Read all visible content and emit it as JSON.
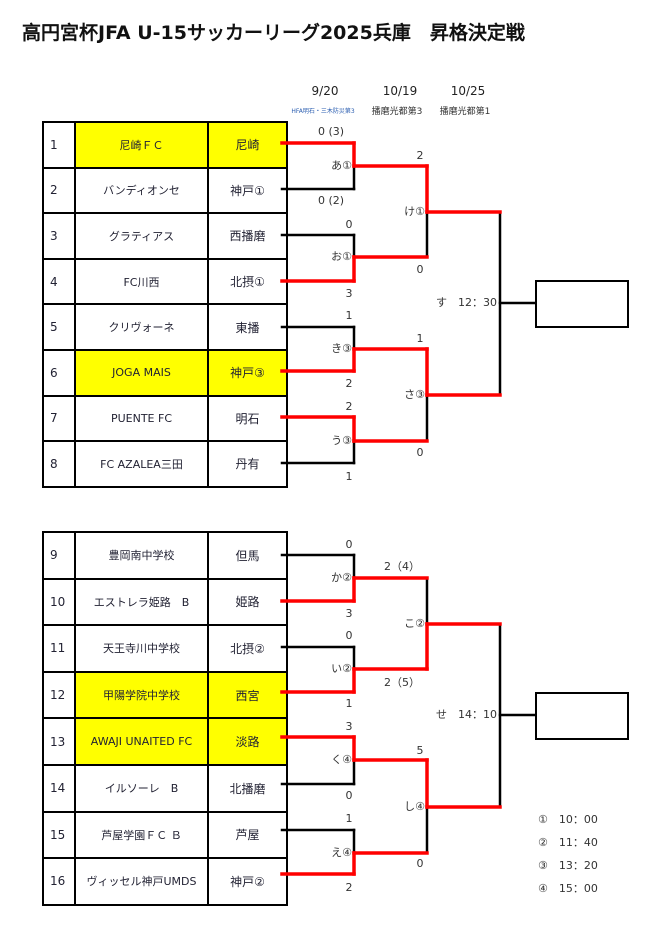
{
  "title": "高円宮杯JFA U-15サッカーリーグ2025兵庫　昇格決定戦",
  "rounds": [
    {
      "date": "9/20",
      "venue": "HFA明石・三木防災第3"
    },
    {
      "date": "10/19",
      "venue": "播磨光都第3"
    },
    {
      "date": "10/25",
      "venue": "播磨光都第1"
    }
  ],
  "teams_top": [
    {
      "no": "1",
      "name": "尼崎ＦＣ",
      "region": "尼崎",
      "highlight": true
    },
    {
      "no": "2",
      "name": "バンディオンセ",
      "region": "神戸①",
      "highlight": false
    },
    {
      "no": "3",
      "name": "グラティアス",
      "region": "西播磨",
      "highlight": false
    },
    {
      "no": "4",
      "name": "FC川西",
      "region": "北摂①",
      "highlight": false
    },
    {
      "no": "5",
      "name": "クリヴォーネ",
      "region": "東播",
      "highlight": false
    },
    {
      "no": "6",
      "name": "JOGA MAIS",
      "region": "神戸③",
      "highlight": true
    },
    {
      "no": "7",
      "name": "PUENTE FC",
      "region": "明石",
      "highlight": false
    },
    {
      "no": "8",
      "name": "FC AZALEA三田",
      "region": "丹有",
      "highlight": false
    }
  ],
  "teams_bottom": [
    {
      "no": "9",
      "name": "豊岡南中学校",
      "region": "但馬",
      "highlight": false
    },
    {
      "no": "10",
      "name": "エストレラ姫路　B",
      "region": "姫路",
      "highlight": false
    },
    {
      "no": "11",
      "name": "天王寺川中学校",
      "region": "北摂②",
      "highlight": false
    },
    {
      "no": "12",
      "name": "甲陽学院中学校",
      "region": "西宮",
      "highlight": true
    },
    {
      "no": "13",
      "name": "AWAJI UNAITED FC",
      "region": "淡路",
      "highlight": true
    },
    {
      "no": "14",
      "name": "イルソーレ　B",
      "region": "北播磨",
      "highlight": false
    },
    {
      "no": "15",
      "name": "芦屋学園ＦＣ Ｂ",
      "region": "芦屋",
      "highlight": false
    },
    {
      "no": "16",
      "name": "ヴィッセル神戸UMDS",
      "region": "神戸②",
      "highlight": false
    }
  ],
  "matches_top": {
    "a": {
      "label": "あ①",
      "score_top": "0 (3)",
      "score_bottom": "0 (2)"
    },
    "o": {
      "label": "お①",
      "score_top": "0",
      "score_bottom": "3"
    },
    "ke": {
      "label": "け①",
      "score_top": "2",
      "score_bottom": "0"
    },
    "ki": {
      "label": "き③",
      "score_top": "1",
      "score_bottom": "2"
    },
    "u": {
      "label": "う③",
      "score_top": "2",
      "score_bottom": "1"
    },
    "sa": {
      "label": "さ③",
      "score_top": "1",
      "score_bottom": "0"
    },
    "final": {
      "label": "す　12：30"
    }
  },
  "matches_bottom": {
    "ka": {
      "label": "か②",
      "score_top": "0",
      "score_bottom": "3"
    },
    "i": {
      "label": "い②",
      "score_top": "0",
      "score_bottom": "1"
    },
    "ko": {
      "label": "こ②",
      "score_top": "2（4）",
      "score_bottom": "2（5）"
    },
    "ku": {
      "label": "く④",
      "score_top": "3",
      "score_bottom": "0"
    },
    "e": {
      "label": "え④",
      "score_top": "1",
      "score_bottom": "2"
    },
    "shi": {
      "label": "し④",
      "score_top": "5",
      "score_bottom": "0"
    },
    "final": {
      "label": "せ　14：10"
    }
  },
  "legend": [
    "①　10：00",
    "②　11：40",
    "③　13：20",
    "④　15：00"
  ],
  "colors": {
    "winner_line": "#ff0000",
    "line": "#000000",
    "highlight": "#ffff00"
  }
}
